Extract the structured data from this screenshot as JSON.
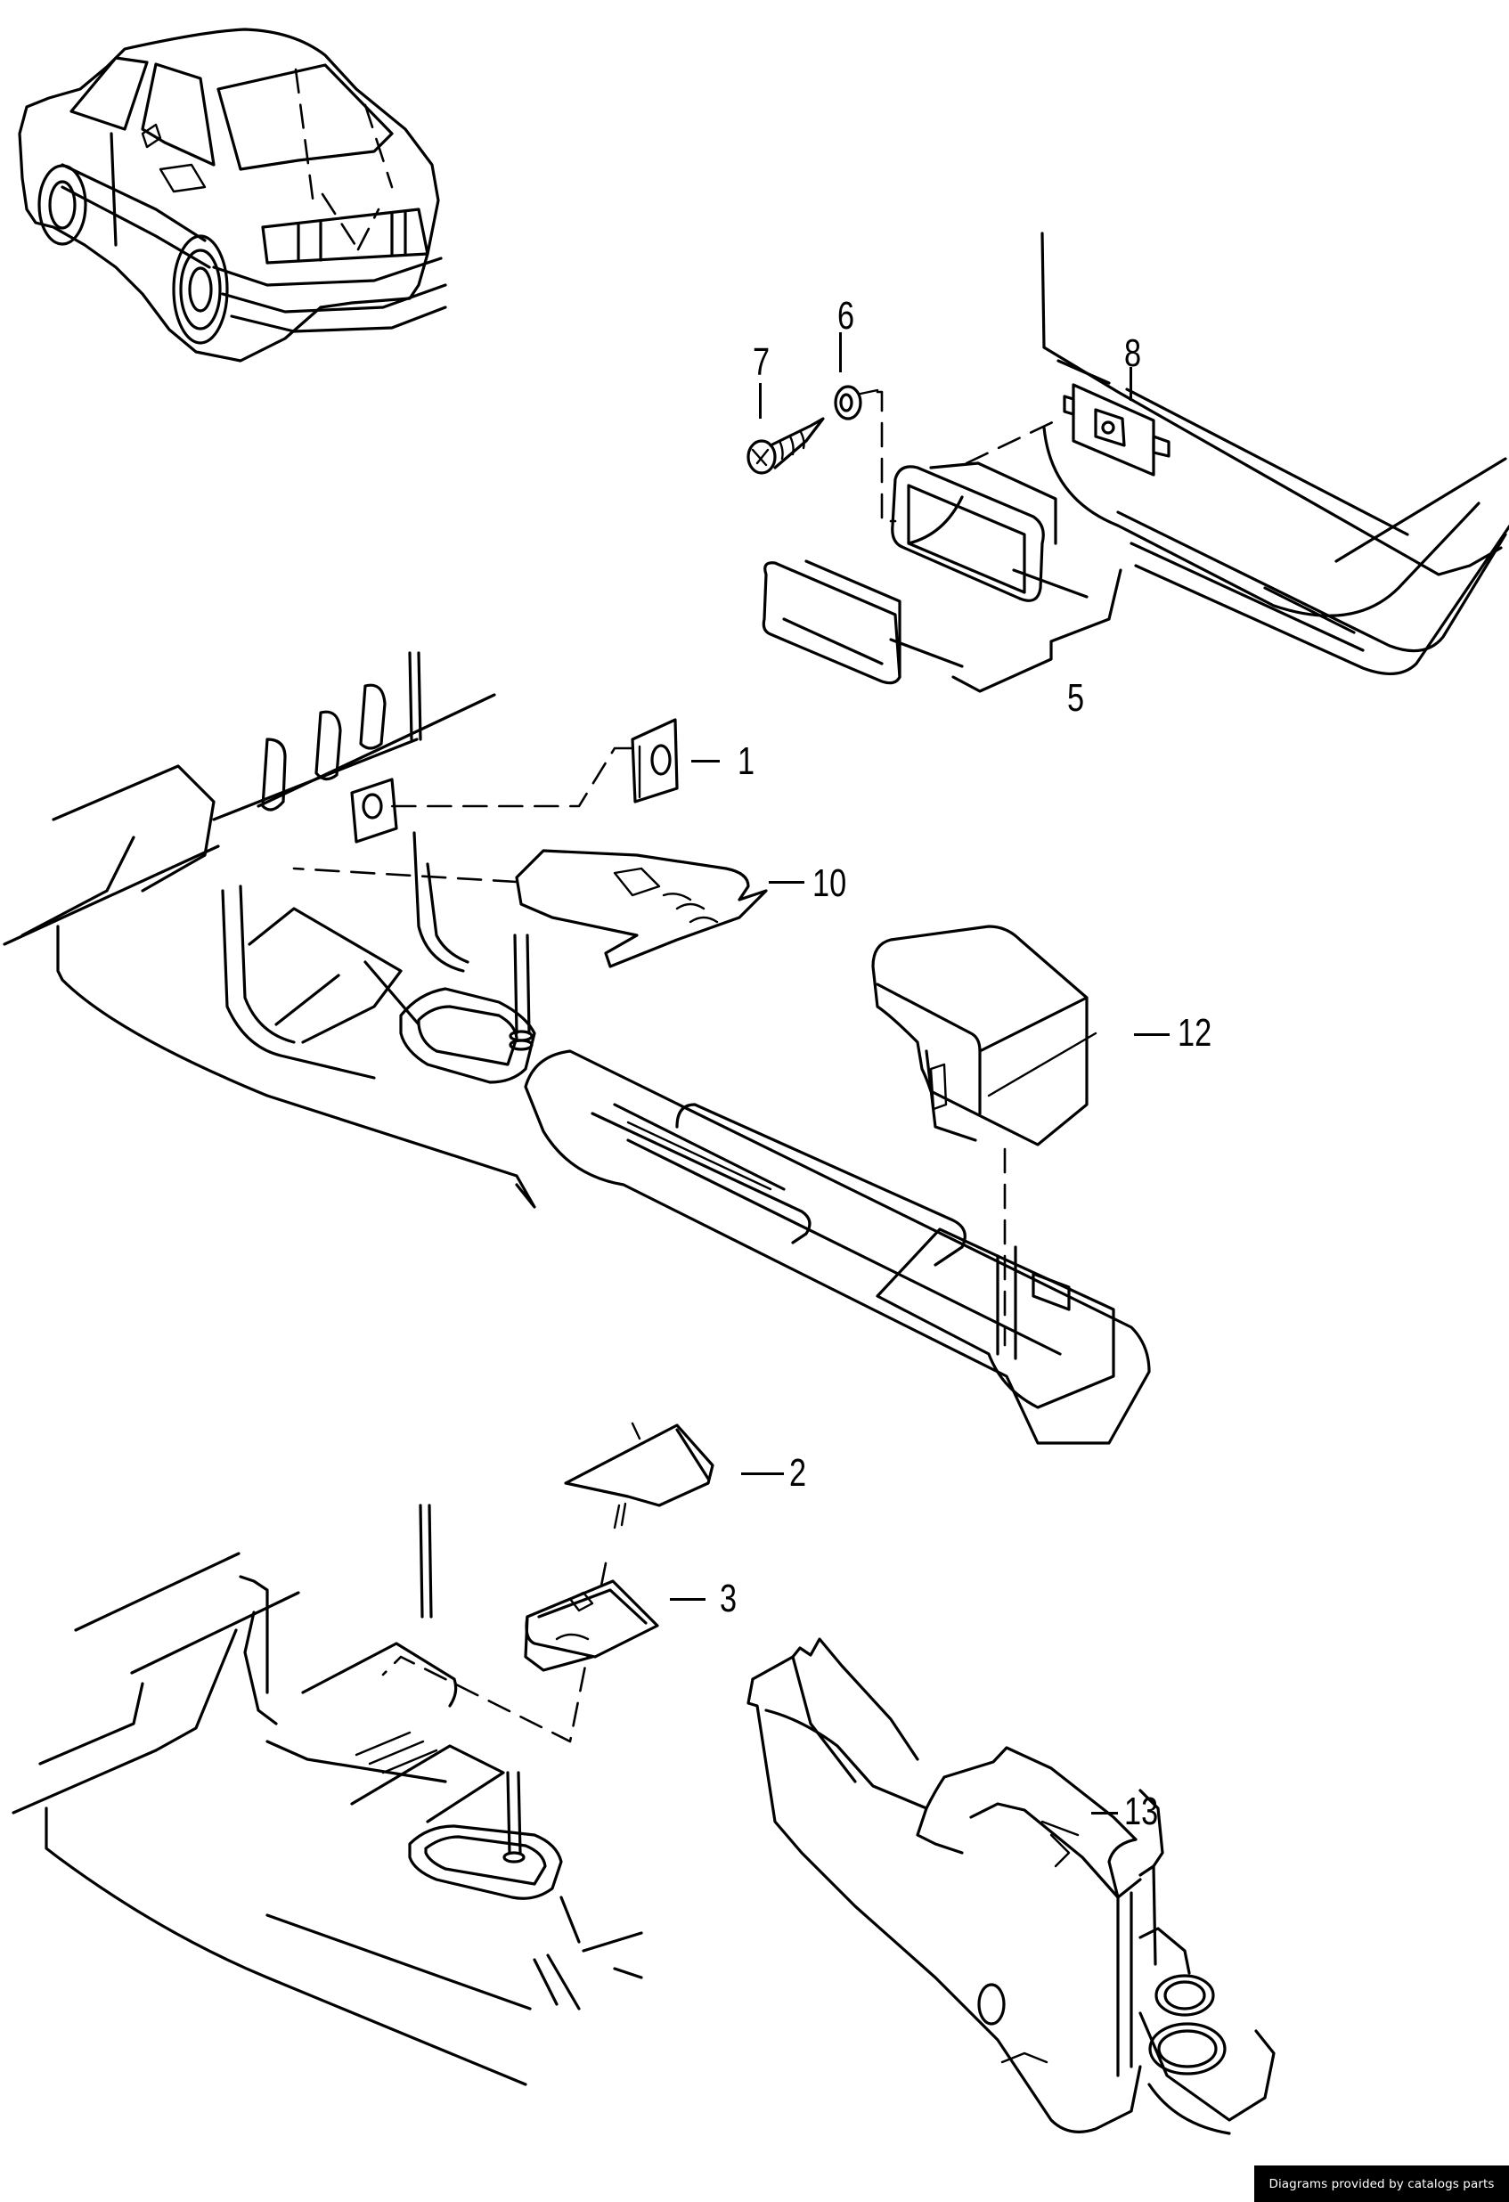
{
  "diagram": {
    "type": "exploded parts diagram",
    "subject": "Center console, ashtray and lighter insert assemblies (vehicle interior)",
    "callouts": [
      {
        "id": "callout-7",
        "label": "7",
        "part": "screw"
      },
      {
        "id": "callout-6",
        "label": "6",
        "part": "washer"
      },
      {
        "id": "callout-8",
        "label": "8",
        "part": "mounting clip plate"
      },
      {
        "id": "callout-5",
        "label": "5",
        "part": "rear ashtray assembly (housing + insert)"
      },
      {
        "id": "callout-1",
        "label": "1",
        "part": "retaining clip"
      },
      {
        "id": "callout-10",
        "label": "10",
        "part": "front ashtray insert"
      },
      {
        "id": "callout-12",
        "label": "12",
        "part": "console storage insert"
      },
      {
        "id": "callout-2",
        "label": "2",
        "part": "ashtray lid"
      },
      {
        "id": "callout-3",
        "label": "3",
        "part": "ashtray housing"
      },
      {
        "id": "callout-13",
        "label": "13",
        "part": "center console with cup holder"
      }
    ]
  },
  "footer": {
    "credit": "Diagrams provided by catalogs parts"
  }
}
